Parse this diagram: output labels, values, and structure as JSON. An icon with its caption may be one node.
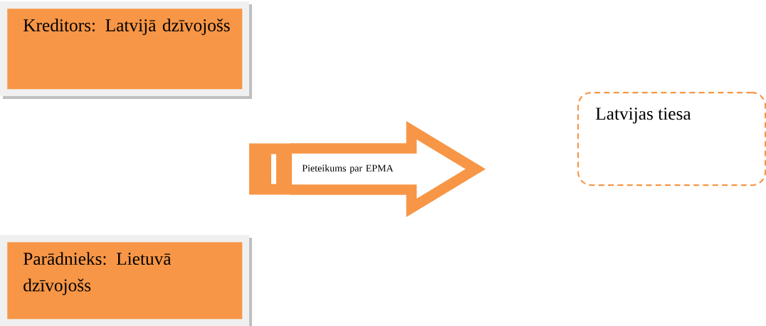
{
  "diagram": {
    "nodes": [
      {
        "text": [
          "Kreditors: Latvijā dzīvojošs"
        ]
      },
      {
        "text": [
          "Latvijas tiesa"
        ]
      },
      {
        "text": [
          "Pieteikums par EPMA"
        ]
      },
      {
        "text": [
          "Parādnieks: Lietuvā dzīvojošs"
        ]
      }
    ]
  }
}
